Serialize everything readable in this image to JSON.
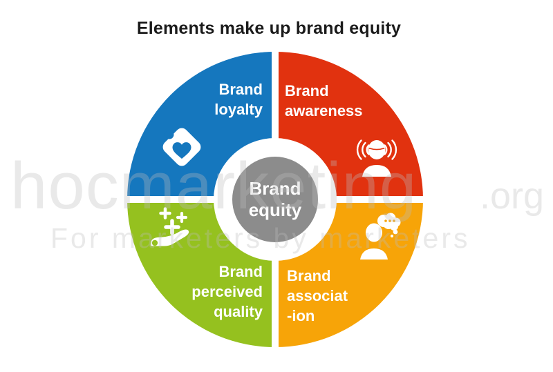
{
  "title": "Elements make up brand equity",
  "chart_data": {
    "type": "pie",
    "title": "Elements make up brand equity",
    "center_label": "Brand equity",
    "slices": [
      {
        "label": "Brand loyalty",
        "value": 25,
        "color": "#1577BE"
      },
      {
        "label": "Brand awareness",
        "value": 25,
        "color": "#E1320F"
      },
      {
        "label": "Brand perceived quality",
        "value": 25,
        "color": "#95C11F"
      },
      {
        "label": "Brand association",
        "value": 25,
        "color": "#F7A408"
      }
    ]
  },
  "segments": [
    {
      "name": "brand-loyalty",
      "lines": [
        "Brand",
        "loyalty"
      ],
      "color": "#1577BE",
      "icon": "tag-heart-icon"
    },
    {
      "name": "brand-awareness",
      "lines": [
        "Brand",
        "awareness"
      ],
      "color": "#E1320F",
      "icon": "speaking-head-icon"
    },
    {
      "name": "brand-perceived-quality",
      "lines": [
        "Brand",
        "perceived",
        "quality"
      ],
      "color": "#95C11F",
      "icon": "giving-hand-icon"
    },
    {
      "name": "brand-association",
      "lines": [
        "Brand",
        "associat",
        "-ion"
      ],
      "color": "#F7A408",
      "icon": "thinking-head-icon"
    }
  ],
  "center": {
    "lines": [
      "Brand",
      "equity"
    ],
    "color": "#8C8C8C"
  },
  "watermark": {
    "main": "hocmarketing",
    "suffix": ".org",
    "tagline": "For marketers by marketers",
    "color": "rgba(187,187,187,0.33)"
  }
}
